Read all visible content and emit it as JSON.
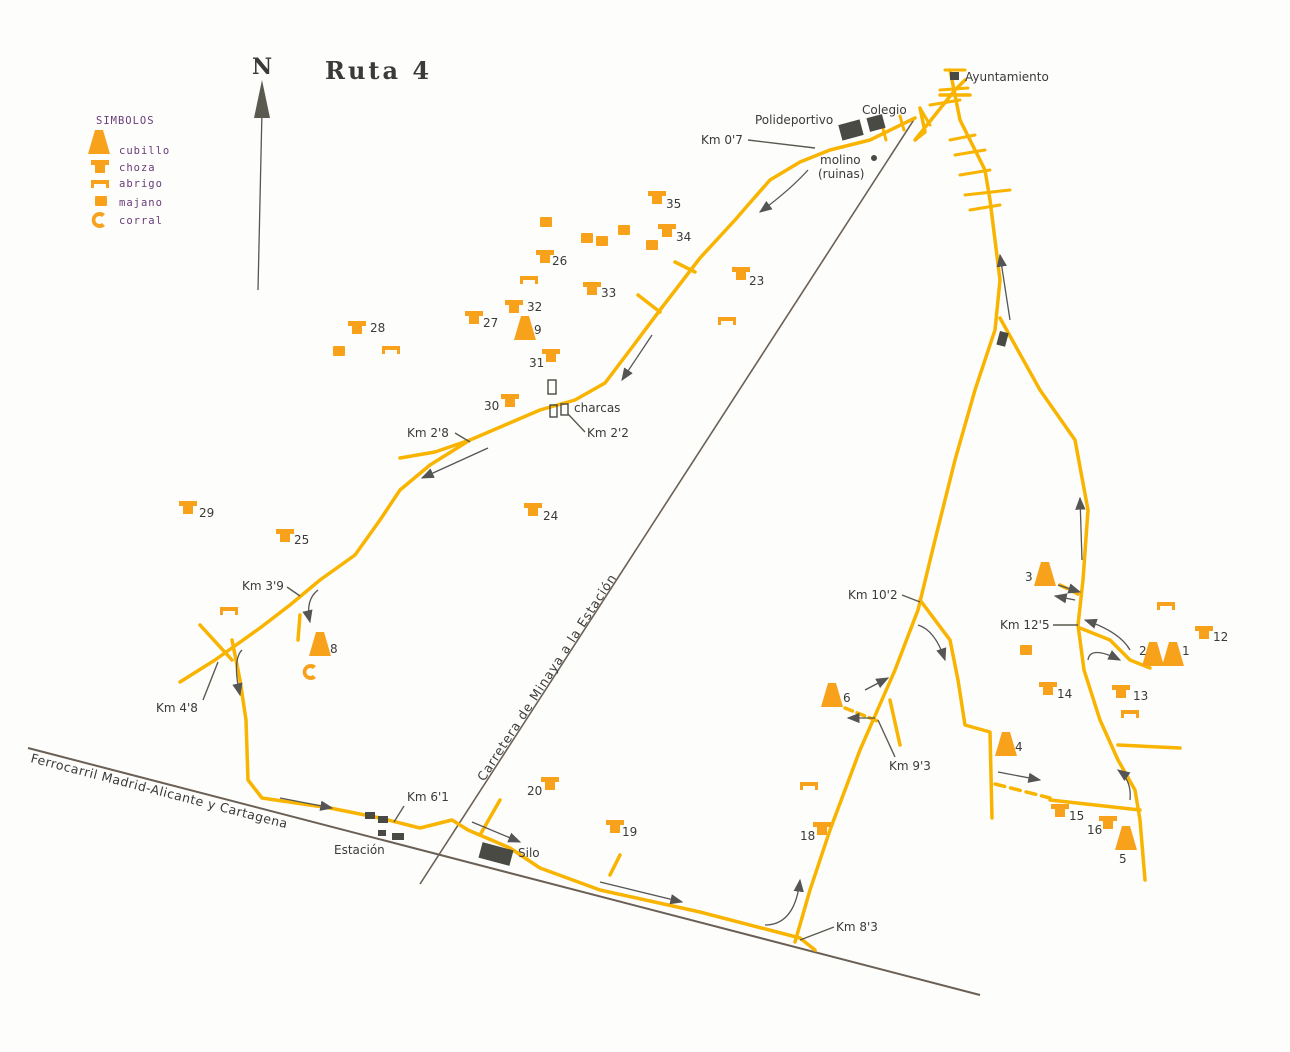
{
  "title": "Ruta 4",
  "north": "N",
  "legend": {
    "heading": "SIMBOLOS",
    "items": [
      {
        "type": "cubillo",
        "label": "cubillo"
      },
      {
        "type": "choza",
        "label": "choza"
      },
      {
        "type": "abrigo",
        "label": "abrigo"
      },
      {
        "type": "majano",
        "label": "majano"
      },
      {
        "type": "corral",
        "label": "corral"
      }
    ]
  },
  "places": {
    "ayuntamiento": "Ayuntamiento",
    "polideportivo": "Polideportivo",
    "colegio": "Colegio",
    "molino": "molino",
    "ruinas": "(ruinas)",
    "charcas": "charcas",
    "estacion": "Estación",
    "silo": "Silo",
    "railway": "Ferrocarril  Madrid-Alicante y Cartagena",
    "carretera": "Carretera   de   Minaya   a   la   Estación"
  },
  "km_markers": [
    "Km 0'7",
    "Km 2'2",
    "Km 2'8",
    "Km 3'9",
    "Km 4'8",
    "Km 6'1",
    "Km 8'3",
    "Km 9'3",
    "Km 10'2",
    "Km 12'5"
  ],
  "sites": [
    {
      "n": "1",
      "type": "cubillo"
    },
    {
      "n": "2",
      "type": "cubillo"
    },
    {
      "n": "3",
      "type": "cubillo"
    },
    {
      "n": "4",
      "type": "cubillo"
    },
    {
      "n": "5",
      "type": "cubillo"
    },
    {
      "n": "6",
      "type": "cubillo"
    },
    {
      "n": "8",
      "type": "cubillo"
    },
    {
      "n": "9",
      "type": "cubillo"
    },
    {
      "n": "12",
      "type": "choza"
    },
    {
      "n": "13",
      "type": "choza"
    },
    {
      "n": "14",
      "type": "choza"
    },
    {
      "n": "15",
      "type": "choza"
    },
    {
      "n": "16",
      "type": "choza"
    },
    {
      "n": "18",
      "type": "choza"
    },
    {
      "n": "19",
      "type": "choza"
    },
    {
      "n": "20",
      "type": "choza"
    },
    {
      "n": "23",
      "type": "choza"
    },
    {
      "n": "24",
      "type": "choza"
    },
    {
      "n": "25",
      "type": "choza"
    },
    {
      "n": "26",
      "type": "choza"
    },
    {
      "n": "27",
      "type": "choza"
    },
    {
      "n": "28",
      "type": "choza"
    },
    {
      "n": "29",
      "type": "choza"
    },
    {
      "n": "30",
      "type": "choza"
    },
    {
      "n": "31",
      "type": "choza"
    },
    {
      "n": "32",
      "type": "choza"
    },
    {
      "n": "33",
      "type": "choza"
    },
    {
      "n": "34",
      "type": "choza"
    },
    {
      "n": "35",
      "type": "choza"
    }
  ],
  "colors": {
    "route": "#f8b400",
    "symbol": "#f8a21c",
    "line": "#5a5a50",
    "legend_text": "#6a3b7a"
  }
}
